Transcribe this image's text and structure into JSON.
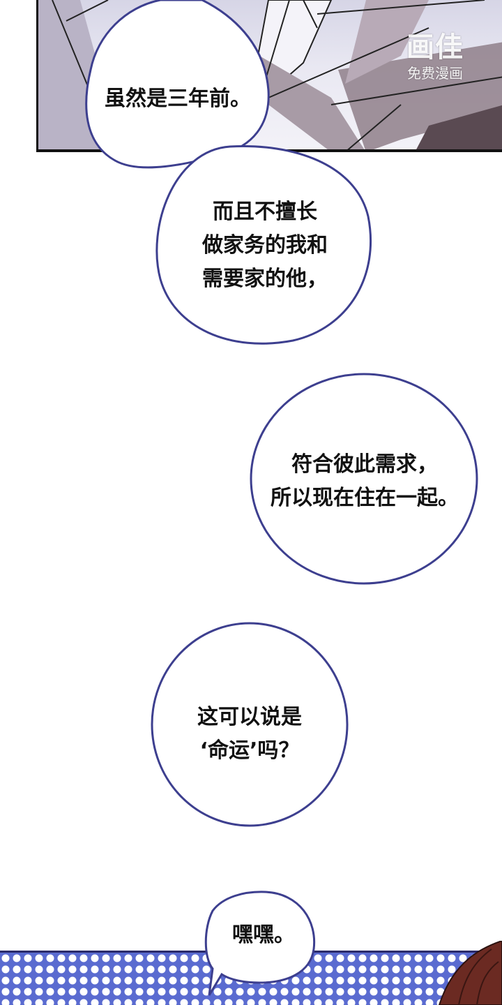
{
  "watermark": {
    "logo": "画佳",
    "subtitle": "免费漫画"
  },
  "bubbles": [
    {
      "id": "bubble-1",
      "text": "虽然是三年前。"
    },
    {
      "id": "bubble-2",
      "text": "而且不擅长\n做家务的我和\n需要家的他，"
    },
    {
      "id": "bubble-3",
      "text": "符合彼此需求，\n所以现在住在一起。"
    },
    {
      "id": "bubble-4",
      "text": "这可以说是\n‘命运’吗？"
    },
    {
      "id": "bubble-5",
      "text": "嘿嘿。"
    }
  ],
  "colors": {
    "bubble_outline": "#3d3f8f",
    "dot_panel": "#5a6bd0",
    "hair": "#6b2a22"
  }
}
